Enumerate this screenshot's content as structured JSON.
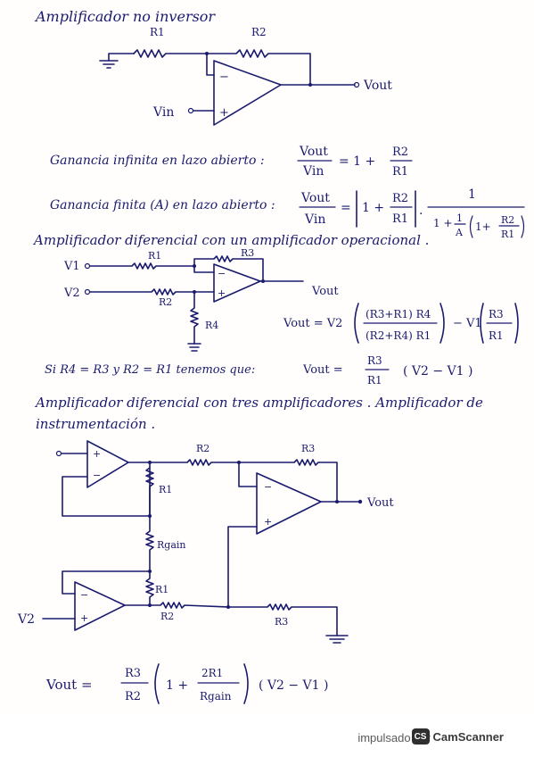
{
  "section1": {
    "title": "Amplificador no inversor",
    "labels": {
      "r1": "R1",
      "r2": "R2",
      "vin": "Vin",
      "vout": "Vout",
      "minus": "−",
      "plus": "+"
    },
    "gain_infinite": {
      "text": "Ganancia infinita en lazo abierto :",
      "lhs_num": "Vout",
      "lhs_den": "Vin",
      "rhs": "= 1 +",
      "frac_num": "R2",
      "frac_den": "R1"
    },
    "gain_finite": {
      "text": "Ganancia finita (A) en lazo abierto :",
      "lhs_num": "Vout",
      "lhs_den": "Vin",
      "eq": "=",
      "inner": "1 +",
      "frac_num": "R2",
      "frac_den": "R1",
      "big_num": "1",
      "den_part1": "1 +",
      "den_a_num": "1",
      "den_a_den": "A",
      "den_inner": "1+",
      "den_frac_num": "R2",
      "den_frac_den": "R1"
    }
  },
  "section2": {
    "title": "Amplificador diferencial con un amplificador operacional .",
    "labels": {
      "v1": "V1",
      "v2": "V2",
      "r1": "R1",
      "r2": "R2",
      "r3": "R3",
      "r4": "R4",
      "vout": "Vout",
      "minus": "−",
      "plus": "+"
    },
    "formula": {
      "lhs": "Vout = V2",
      "num1": "(R3+R1) R4",
      "den1": "(R2+R4) R1",
      "minus": "− V1",
      "num2": "R3",
      "den2": "R1"
    },
    "condition": {
      "text": "Si R4 = R3 y R2 = R1  tenemos que:",
      "lhs": "Vout =",
      "num": "R3",
      "den": "R1",
      "tail": "( V2 − V1 )"
    }
  },
  "section3": {
    "title_line1": "Amplificador diferencial con tres amplificadores . Amplificador de",
    "title_line2": "instrumentación .",
    "labels": {
      "r1a": "R1",
      "r1b": "R1",
      "r2a": "R2",
      "r2b": "R2",
      "r3a": "R3",
      "r3b": "R3",
      "rgain": "Rgain",
      "v2": "V2",
      "vout": "Vout",
      "minus": "−",
      "plus": "+"
    },
    "formula": {
      "lhs": "Vout =",
      "f1_num": "R3",
      "f1_den": "R2",
      "paren_inner": "1 +",
      "f2_num": "2R1",
      "f2_den": "Rgain",
      "tail": "( V2 − V1 )"
    }
  },
  "footer": {
    "text": "impulsado por",
    "brand": "CamScanner",
    "badge": "CS"
  }
}
